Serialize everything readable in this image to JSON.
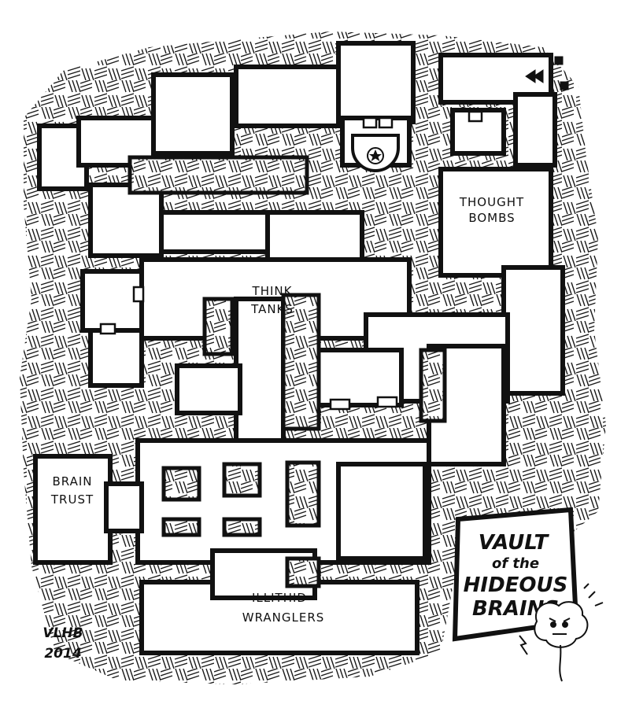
{
  "title_box": {
    "line1": "VAULT",
    "line2": "of the",
    "line3": "HIDEOUS",
    "line4": "BRAINS"
  },
  "rooms": {
    "thought_bombs": {
      "line1": "THOUGHT",
      "line2": "BOMBS"
    },
    "think_tanks": {
      "line1": "THINK",
      "line2": "TANKS"
    },
    "brain_trust": {
      "line1": "BRAIN",
      "line2": "TRUST"
    },
    "illithid_wranglers": {
      "line1": "ILLITHID",
      "line2": "WRANGLERS"
    }
  },
  "signature": {
    "name": "VLHB",
    "year": "2014"
  },
  "colors": {
    "ink": "#111111",
    "floor": "#ffffff",
    "rock_lines": "#1a1a1a"
  },
  "icons": [
    "star-icon",
    "entrance-arrow-icon",
    "brain-creature-icon"
  ]
}
